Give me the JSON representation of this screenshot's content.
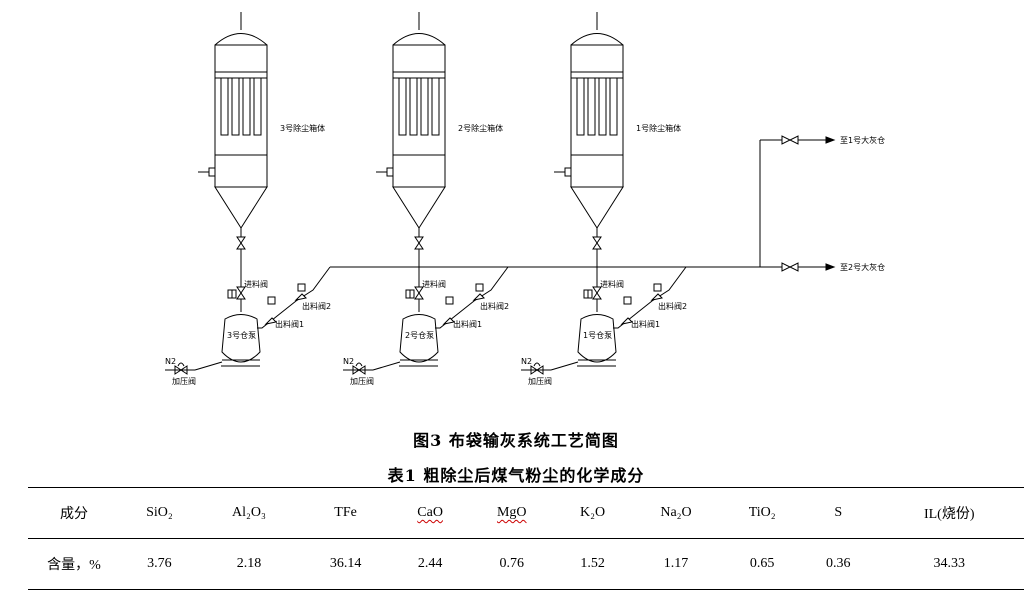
{
  "diagram": {
    "units": [
      {
        "box_label": "3号除尘箱体",
        "pump_label": "3号仓泵"
      },
      {
        "box_label": "2号除尘箱体",
        "pump_label": "2号仓泵"
      },
      {
        "box_label": "1号除尘箱体",
        "pump_label": "1号仓泵"
      }
    ],
    "inlet_valve_label": "进料阀",
    "outlet_valve_2_label": "出料阀2",
    "outlet_valve_1_label": "出料阀1",
    "n2_label": "N2",
    "pressurize_valve_label": "加压阀",
    "dest_1_label": "至1号大灰仓",
    "dest_2_label": "至2号大灰仓"
  },
  "figure_caption": "图3   布袋输灰系统工艺简图",
  "table_caption": "表1   粗除尘后煤气粉尘的化学成分",
  "table": {
    "header_label": "成分",
    "row_label": "含量，%",
    "columns": [
      {
        "name": "SiO₂",
        "value": "3.76"
      },
      {
        "name": "Al₂O₃",
        "value": "2.18"
      },
      {
        "name": "TFe",
        "value": "36.14"
      },
      {
        "name": "CaO",
        "value": "2.44"
      },
      {
        "name": "MgO",
        "value": "0.76"
      },
      {
        "name": "K₂O",
        "value": "1.52"
      },
      {
        "name": "Na₂O",
        "value": "1.17"
      },
      {
        "name": "TiO₂",
        "value": "0.65"
      },
      {
        "name": "S",
        "value": "0.36"
      },
      {
        "name": "IL(烧份)",
        "value": "34.33"
      }
    ]
  }
}
